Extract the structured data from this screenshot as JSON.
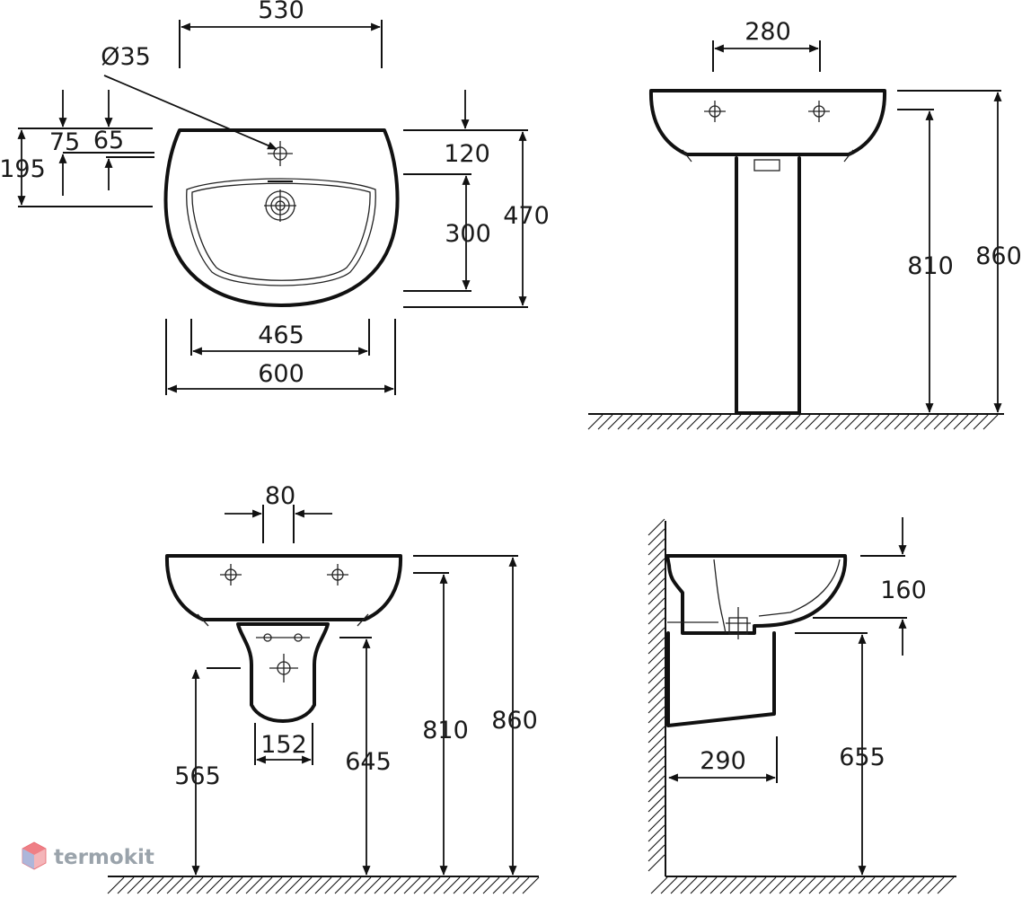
{
  "views": {
    "top": {
      "dims": {
        "width_overall": "530",
        "hole_diameter": "Ø35",
        "hole_offset_a": "75",
        "hole_offset_b": "65",
        "hole_offset_total": "195",
        "rim_to_bowl": "120",
        "bowl_depth": "300",
        "depth_overall": "470",
        "bowl_width": "465",
        "basin_width": "600"
      }
    },
    "front_pedestal": {
      "dims": {
        "tap_spacing": "280",
        "basin_bottom_height": "810",
        "rim_height": "860"
      }
    },
    "front_semi_pedestal": {
      "dims": {
        "tap_spacing": "80",
        "trap_width": "152",
        "waste_height": "565",
        "shroud_bottom_height": "645",
        "basin_bottom_height": "810",
        "rim_height": "860"
      }
    },
    "side_semi_pedestal": {
      "dims": {
        "basin_depth": "160",
        "shroud_depth": "290",
        "shroud_bottom_height": "655"
      }
    }
  },
  "watermark": {
    "text": "termokit",
    "icon": "hexagon-logo-icon",
    "color": "#e0404a"
  }
}
